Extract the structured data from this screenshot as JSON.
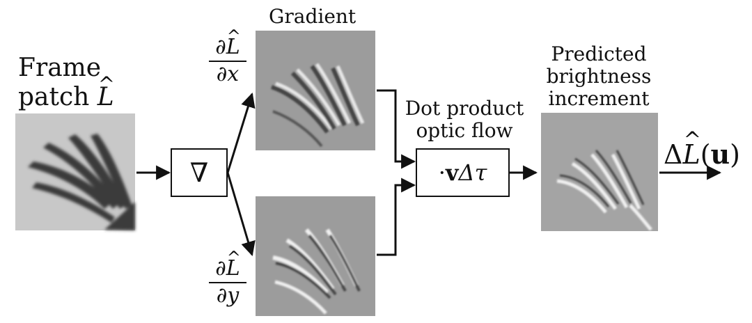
{
  "labels": {
    "frame_patch_line1": "Frame",
    "frame_patch_line2": "patch",
    "frame_patch_symbol": "L",
    "gradient": "Gradient",
    "dx_num_partial": "∂",
    "dx_num_symbol": "L",
    "dx_den": "∂x",
    "dy_num_partial": "∂",
    "dy_num_symbol": "L",
    "dy_den": "∂y",
    "dot_product_line1": "Dot product",
    "dot_product_line2": "optic flow",
    "predicted_line1": "Predicted",
    "predicted_line2": "brightness",
    "predicted_line3": "increment",
    "output_prefix": "Δ",
    "output_symbol": "L",
    "output_suffix": "(",
    "output_arg": "u",
    "output_close": ")"
  },
  "operators": {
    "gradient_op": "∇",
    "dot_op_prefix": "·",
    "dot_op_vec": "v",
    "dot_op_rest": " Δτ"
  },
  "colors": {
    "background_gray": "#c6c6c6",
    "gradient_gray": "#9c9c9c",
    "feather_dark": "#3a3a3a",
    "line": "#111111"
  }
}
